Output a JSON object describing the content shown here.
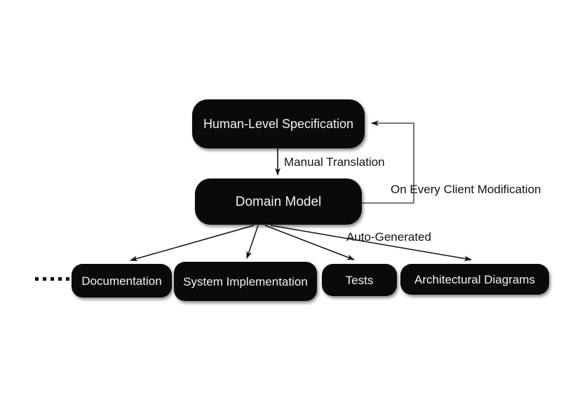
{
  "diagram": {
    "type": "flowchart",
    "background_color": "#ffffff",
    "node_fill_color": "#0a0a0a",
    "node_text_color": "#f2f2f2",
    "edge_color": "#111111",
    "feedback_edge_color": "#666666",
    "nodes": [
      {
        "id": "human-level-specification",
        "label": "Human-Level Specification",
        "font_size": 18
      },
      {
        "id": "domain-model",
        "label": "Domain Model",
        "font_size": 19
      },
      {
        "id": "documentation",
        "label": "Documentation",
        "font_size": 17
      },
      {
        "id": "system-implementation",
        "label": "System Implementation",
        "font_size": 17
      },
      {
        "id": "tests",
        "label": "Tests",
        "font_size": 17
      },
      {
        "id": "architectural-diagrams",
        "label": "Architectural Diagrams",
        "font_size": 17
      }
    ],
    "edge_labels": {
      "manual_translation": "Manual Translation",
      "on_every_client_modification": "On Every Client Modification",
      "auto_generated": "Auto-Generated"
    },
    "ellipsis": {
      "name": "more-artifacts-ellipsis",
      "dot_count": 5
    }
  }
}
